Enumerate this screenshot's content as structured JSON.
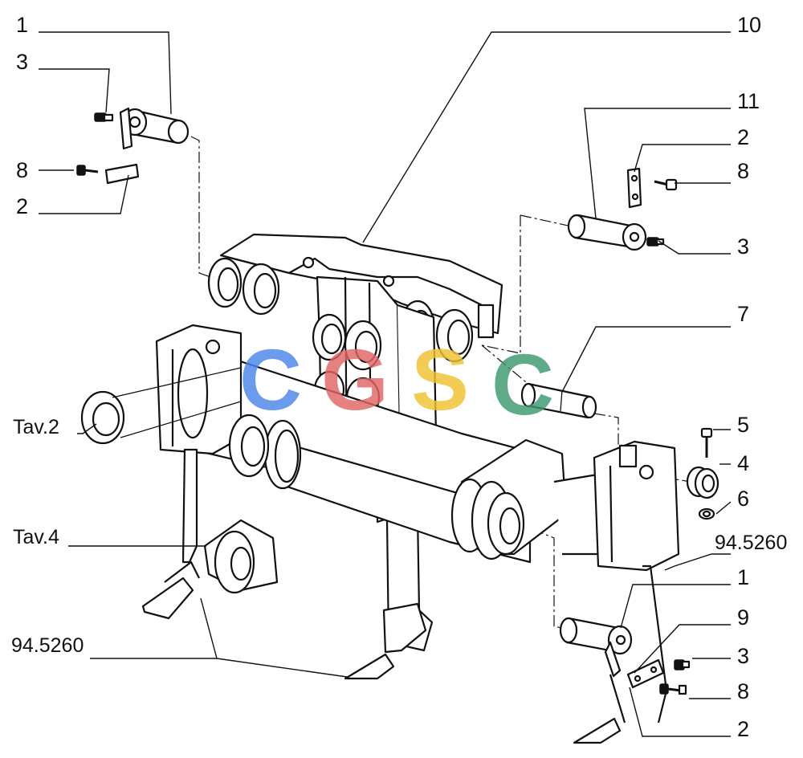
{
  "callouts": {
    "c1_top": "1",
    "c3_top": "3",
    "c8_left": "8",
    "c2_left": "2",
    "c10": "10",
    "c11": "11",
    "c2_right_top": "2",
    "c8_right_top": "8",
    "c3_right_top": "3",
    "c7": "7",
    "c5": "5",
    "c4": "4",
    "c6": "6",
    "ref_right": "94.5260",
    "c1_right": "1",
    "c9": "9",
    "c3_right_bot": "3",
    "c8_right_bot": "8",
    "c2_right_bot": "2",
    "tav2": "Tav.2",
    "tav4": "Tav.4",
    "ref_left": "94.5260"
  },
  "watermark": {
    "letters": [
      "C",
      "G",
      "S",
      "C"
    ],
    "colors": [
      "#4a86e8",
      "#e06666",
      "#f1c232",
      "#3d9970"
    ]
  }
}
